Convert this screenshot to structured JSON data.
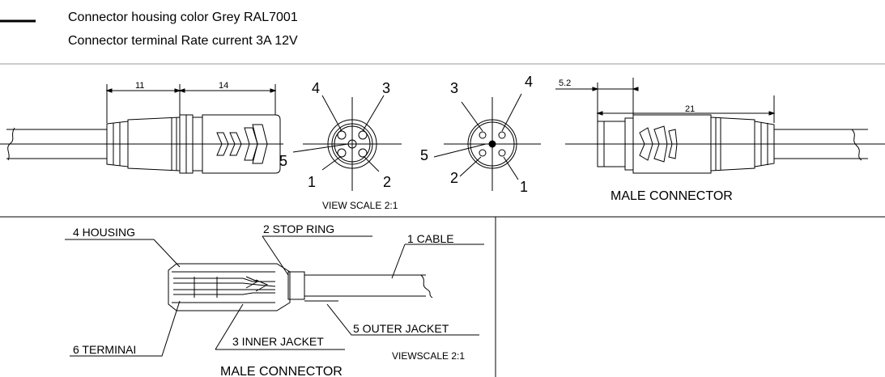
{
  "header": {
    "line1": "Connector housing color Grey RAL7001",
    "line2": "Connector terminal Rate current  3A  12V"
  },
  "top_view": {
    "dim_11": "11",
    "dim_14": "14",
    "dim_52": "5.2",
    "dim_21": "21",
    "female_pins": {
      "p1": "1",
      "p2": "2",
      "p3": "3",
      "p4": "4",
      "p5": "5"
    },
    "male_pins": {
      "p1": "1",
      "p2": "2",
      "p3": "3",
      "p4": "4",
      "p5": "5"
    },
    "view_scale": "VIEW SCALE 2:1",
    "male_label": "MALE  CONNECTOR"
  },
  "section_view": {
    "housing": "4 HOUSING",
    "stop_ring": "2 STOP RING",
    "cable": "1 CABLE",
    "outer_jacket": "5 OUTER JACKET",
    "inner_jacket": "3 INNER JACKET",
    "terminal": "6 TERMINAI",
    "view_scale": "VIEWSCALE 2:1",
    "male_label": "MALE  CONNECTOR"
  }
}
